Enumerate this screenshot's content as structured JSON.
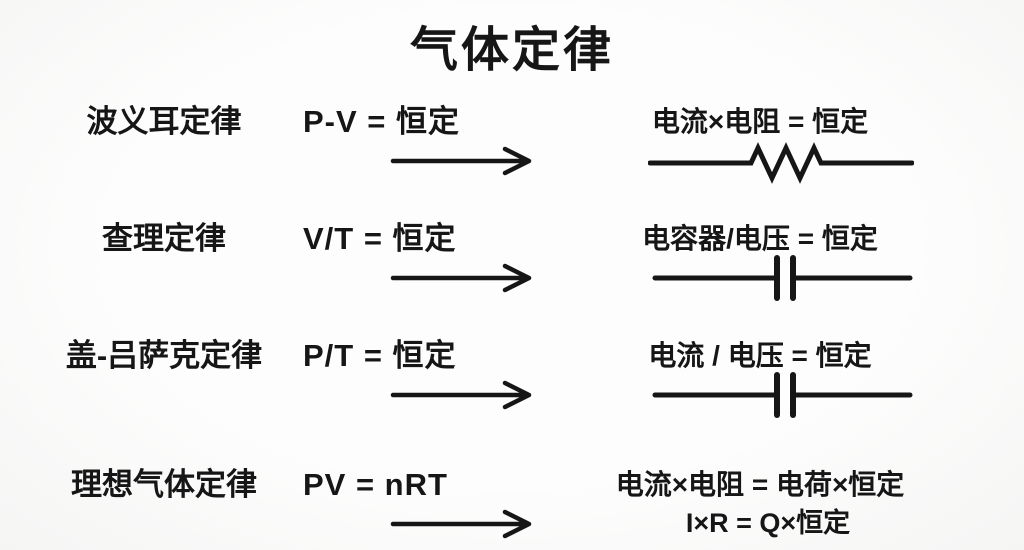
{
  "title": "气体定律",
  "colors": {
    "ink": "#161616",
    "background": "#fcfcfc"
  },
  "rows": [
    {
      "law": "波义耳定律",
      "formula": "P-V = 恒定",
      "arrow": "right-arrow",
      "analogy": "电流×电阻 = 恒定",
      "symbol": "resistor"
    },
    {
      "law": "查理定律",
      "formula": "V/T = 恒定",
      "arrow": "right-arrow",
      "analogy": "电容器/电压 = 恒定",
      "symbol": "capacitor"
    },
    {
      "law": "盖-吕萨克定律",
      "formula": "P/T = 恒定",
      "arrow": "right-arrow",
      "analogy": "电流 / 电压 = 恒定",
      "symbol": "capacitor"
    },
    {
      "law": "理想气体定律",
      "formula": "PV = nRT",
      "arrow": "right-arrow",
      "analogy": "电流×电阻 = 电荷×恒定",
      "analogy_line2": "I×R = Q×恒定",
      "symbol": "none"
    }
  ]
}
